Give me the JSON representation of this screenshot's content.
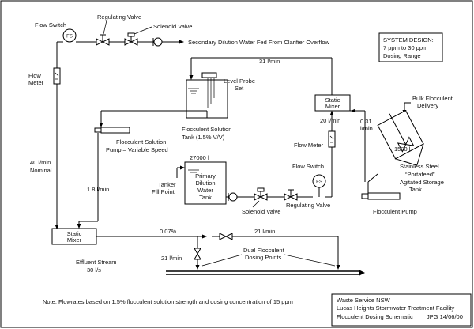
{
  "labels": {
    "flow_switch_top": "Flow Switch",
    "fs": "FS",
    "regulating_valve_top": "Regulating Valve",
    "solenoid_valve_top": "Solenoid Valve",
    "secondary_water": "Secondary Dilution Water Fed From Clarifier  Overflow",
    "system_design": [
      "SYSTEM DESIGN:",
      "7 ppm to 30 ppm",
      "Dosing Range"
    ],
    "flow_meter_left": [
      "Flow",
      "Meter"
    ],
    "flow_31": "31 l/min",
    "level_probe": [
      "Level Probe",
      "Set"
    ],
    "static_mixer_right": [
      "Static",
      "Mixer"
    ],
    "bulk_flocculent": [
      "Bulk Flocculent",
      "Delivery"
    ],
    "solution_tank": [
      "Flocculent Solution",
      "Tank (1.5% V/V)"
    ],
    "flow_20": "20 l/min",
    "flow_031": "0.31",
    "flow_031_unit": "l/min",
    "solution_pump": [
      "Flocculent Solution",
      "Pump – Variable Speed"
    ],
    "flow_meter_right": "Flow Meter",
    "bulk_volume": "1500 l",
    "flow_40": [
      "40 l/min",
      "Nominal"
    ],
    "primary_volume": "27000 l",
    "primary_tank": [
      "Primary",
      "Dilution",
      "Water",
      "Tank"
    ],
    "tanker": [
      "Tanker",
      "Fill Point"
    ],
    "flow_switch_mid": "Flow Switch",
    "storage_tank": [
      "Stainless Steel",
      "“Portafeed”",
      "Agitated Storage",
      "Tank"
    ],
    "flow_18": "1.8 l/min",
    "solenoid_valve_mid": "Solenoid Valve",
    "regulating_valve_mid": "Regulating Valve",
    "flocculent_pump": "Flocculent Pump",
    "static_mixer_left": [
      "Static",
      "Mixer"
    ],
    "pct_007": "0.07%",
    "flow_21_top": "21 l/min",
    "flow_21_left": "21 l/min",
    "dual_dosing": [
      "Dual Flocculent",
      "Dosing Points"
    ],
    "effluent": [
      "Effluent  Stream",
      "30 l/s"
    ],
    "note": "Note:  Flowrates based on 1.5% flocculent solution strength and dosing concentration of 15 ppm",
    "title_block": [
      "Waste Service  NSW",
      "Lucas Heights Stormwater Treatment Facility",
      "Flocculent Dosing Schematic",
      "JPG 14/06/00"
    ]
  }
}
